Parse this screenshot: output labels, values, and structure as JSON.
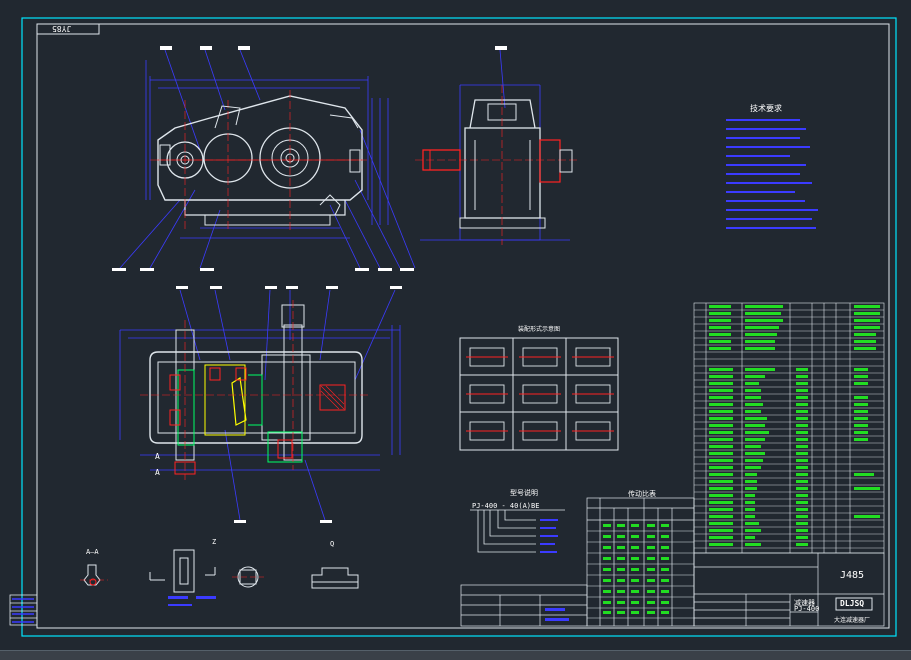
{
  "drawing": {
    "code_top": "JY85",
    "code_box": "J485",
    "title_label": "减速器",
    "model": "PJ-400",
    "company": "大连减速器厂",
    "logo": "DLJSQ"
  },
  "sections": {
    "tech_requirements": "技术要求",
    "model_notes": "型号说明",
    "model_example": "PJ-400 - 40(A)BE",
    "ratio_table_title": "传动比表",
    "assembly_title": "装配形式示意图",
    "view_labels": [
      "A—A",
      "Z",
      "Q"
    ],
    "section_marks": [
      "A",
      "A"
    ]
  },
  "colors": {
    "background": "#212830",
    "frame": "#cfd6dc",
    "outline": "#3b3bff",
    "section": "#ff2222",
    "table": "#22dd22",
    "text": "#ffffff",
    "accent": "#ffff00",
    "border": "#00e5ff"
  },
  "icons": {
    "logo": "dljsq-logo-icon"
  }
}
